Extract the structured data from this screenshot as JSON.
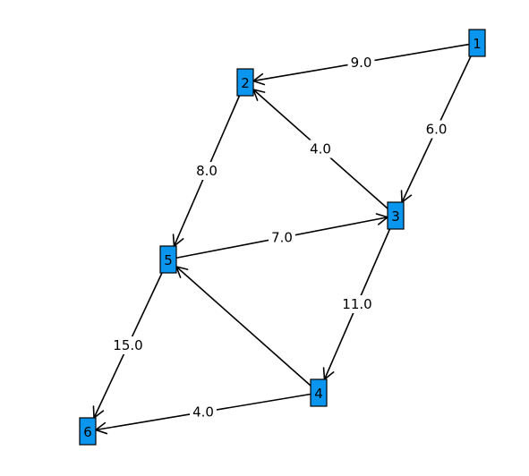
{
  "colors": {
    "node_fill": "#0a96ee",
    "edge": "#000000"
  },
  "nodes": [
    {
      "id": "1",
      "label": "1"
    },
    {
      "id": "2",
      "label": "2"
    },
    {
      "id": "3",
      "label": "3"
    },
    {
      "id": "4",
      "label": "4"
    },
    {
      "id": "5",
      "label": "5"
    },
    {
      "id": "6",
      "label": "6"
    }
  ],
  "edges": [
    {
      "from": "1",
      "to": "2",
      "label": "9.0"
    },
    {
      "from": "1",
      "to": "3",
      "label": "6.0"
    },
    {
      "from": "3",
      "to": "2",
      "label": "4.0"
    },
    {
      "from": "2",
      "to": "5",
      "label": "8.0"
    },
    {
      "from": "5",
      "to": "3",
      "label": "7.0"
    },
    {
      "from": "3",
      "to": "4",
      "label": "11.0"
    },
    {
      "from": "4",
      "to": "5",
      "label": ""
    },
    {
      "from": "5",
      "to": "6",
      "label": "15.0"
    },
    {
      "from": "4",
      "to": "6",
      "label": "4.0"
    }
  ]
}
